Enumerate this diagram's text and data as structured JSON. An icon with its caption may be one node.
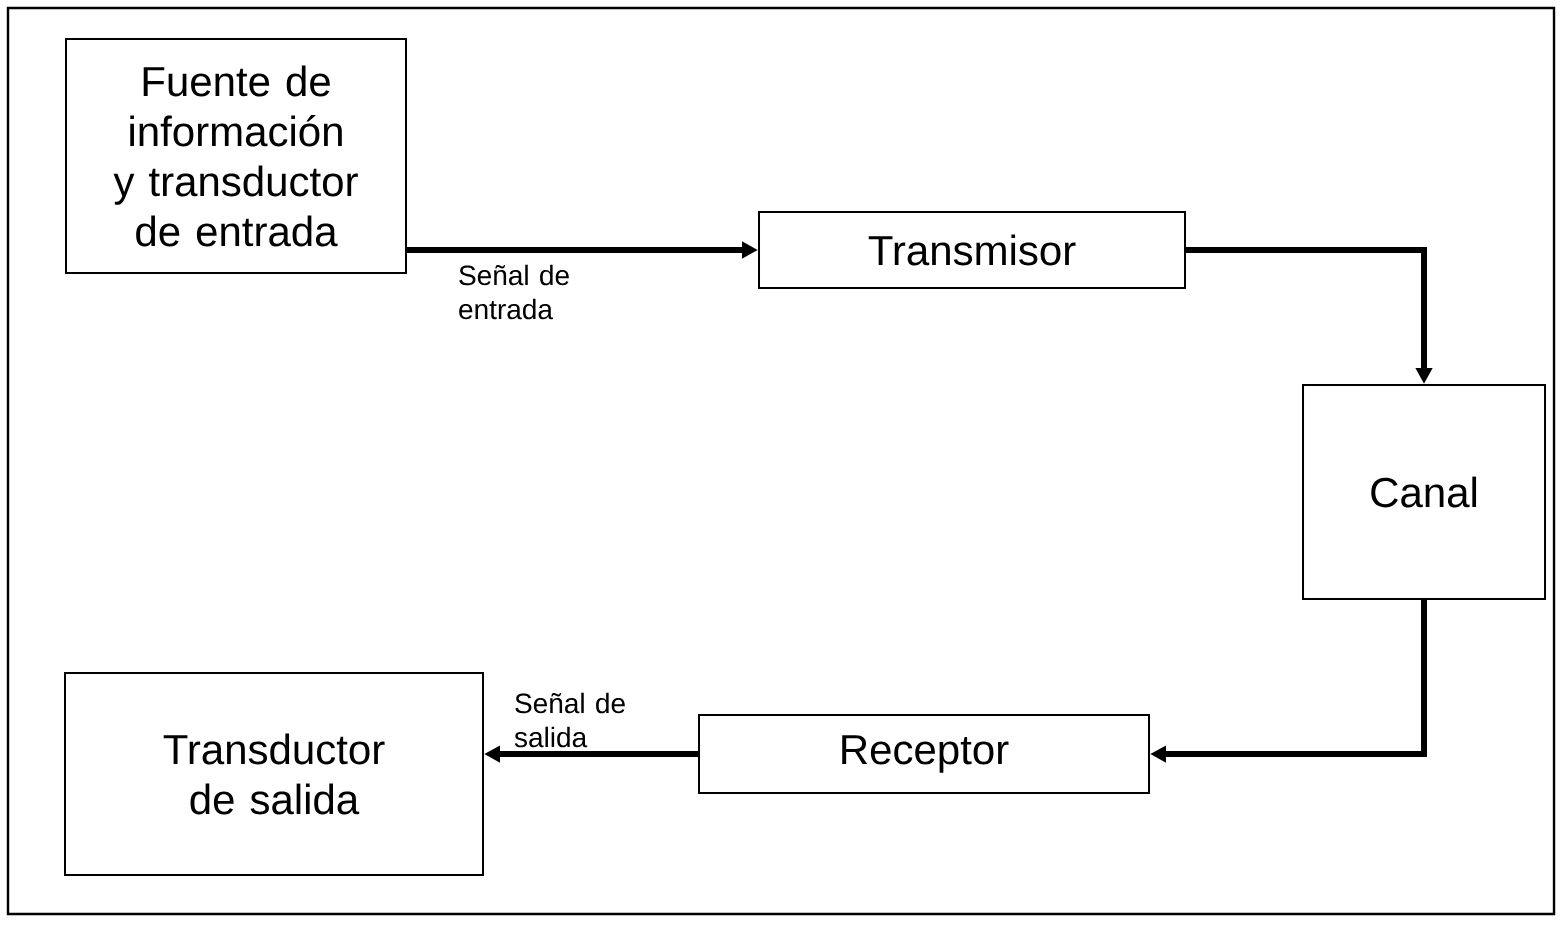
{
  "diagram": {
    "nodes": [
      {
        "text": [
          "Fuente de información y transductor de entrada"
        ]
      },
      {
        "text": [
          "Transmisor"
        ]
      },
      {
        "text": [
          "Canal"
        ]
      },
      {
        "text": [
          "Receptor"
        ]
      },
      {
        "text": [
          "Transductor de salida"
        ]
      }
    ],
    "edges": [
      {
        "from": 0,
        "to": 1,
        "arrow": "to",
        "label": "Señal de entrada"
      },
      {
        "from": 1,
        "to": 2,
        "arrow": "to"
      },
      {
        "from": 2,
        "to": 3,
        "arrow": "to"
      },
      {
        "from": 3,
        "to": 4,
        "arrow": "to",
        "label": "Señal de salida"
      }
    ]
  }
}
